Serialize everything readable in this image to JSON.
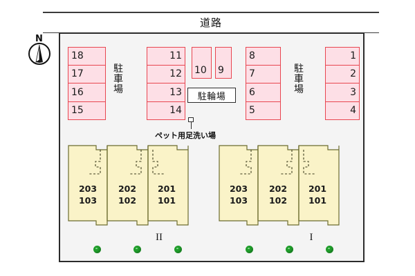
{
  "site_plan": {
    "road_label": "道路",
    "compass": {
      "north_label": "N"
    },
    "parking_label_left": "駐車場",
    "parking_label_right": "駐車場",
    "bicycle_parking_label": "駐輪場",
    "pet_wash_label": "ペット用足洗い場",
    "colors": {
      "stall_fill": "#fddfe6",
      "stall_border": "#e8454f",
      "building_fill": "#faf3c8",
      "building_border": "#6b6b2f",
      "site_fill": "#f4f4f4",
      "site_border": "#2b2b2b",
      "tree": "#1f9c2a"
    },
    "parking_columns": [
      {
        "name": "column-15-18",
        "align": "left",
        "stalls": [
          "18",
          "17",
          "16",
          "15"
        ]
      },
      {
        "name": "column-11-14",
        "align": "right",
        "stalls": [
          "11",
          "12",
          "13",
          "14"
        ]
      },
      {
        "name": "column-5-8",
        "align": "left",
        "stalls": [
          "8",
          "7",
          "6",
          "5"
        ]
      },
      {
        "name": "column-1-4",
        "align": "right",
        "stalls": [
          "1",
          "2",
          "3",
          "4"
        ]
      }
    ],
    "vertical_stalls": [
      {
        "name": "stall-10",
        "label": "10"
      },
      {
        "name": "stall-9",
        "label": "9"
      }
    ],
    "buildings": [
      {
        "name": "building-II",
        "designation": "II",
        "units": [
          {
            "upper": "203",
            "lower": "103"
          },
          {
            "upper": "202",
            "lower": "102"
          },
          {
            "upper": "201",
            "lower": "101"
          }
        ],
        "tree_count": 3
      },
      {
        "name": "building-I",
        "designation": "I",
        "units": [
          {
            "upper": "203",
            "lower": "103"
          },
          {
            "upper": "202",
            "lower": "102"
          },
          {
            "upper": "201",
            "lower": "101"
          }
        ],
        "tree_count": 3
      }
    ]
  }
}
